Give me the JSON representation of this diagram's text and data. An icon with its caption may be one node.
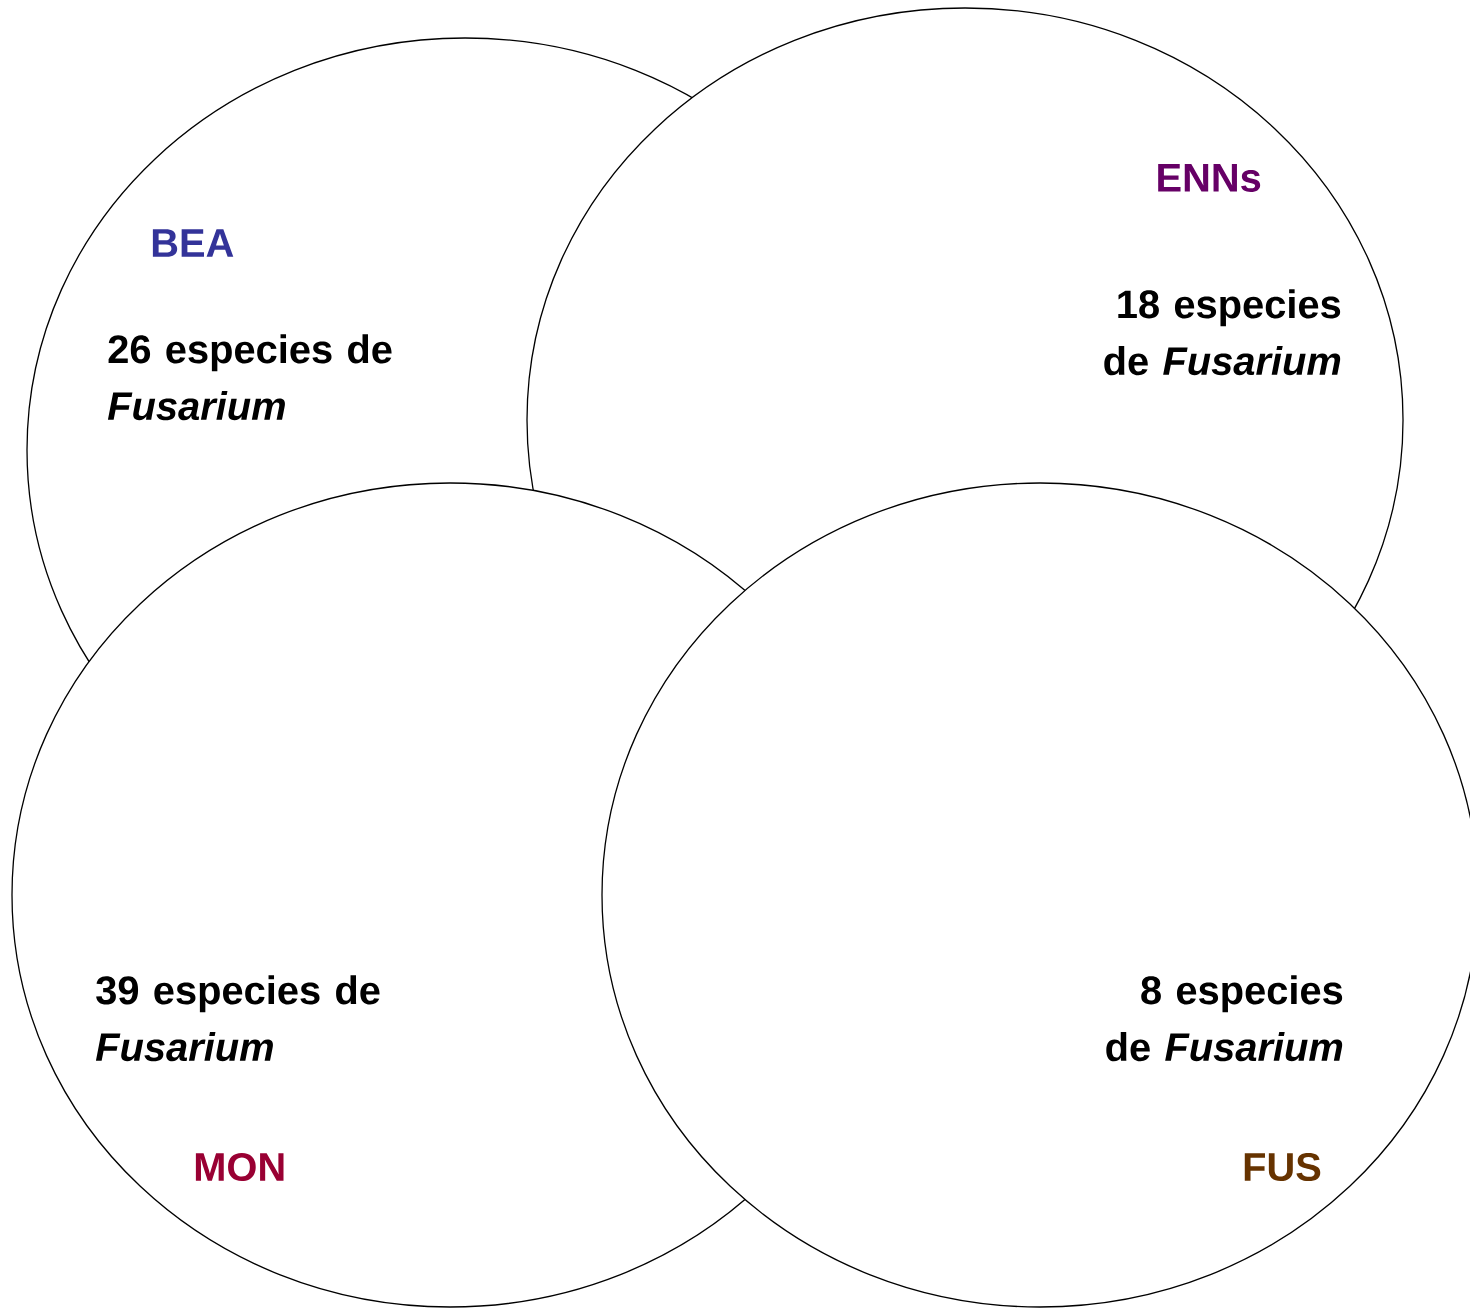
{
  "diagram": {
    "nodes": [
      {
        "text": [
          "BEA",
          "26 especies de *Fusarium*"
        ]
      },
      {
        "text": [
          "ENNs",
          "18 especies de *Fusarium*"
        ]
      },
      {
        "text": [
          "39 especies de *Fusarium*",
          "MON"
        ]
      },
      {
        "text": [
          "8 especies de *Fusarium*",
          "FUS"
        ]
      }
    ]
  }
}
